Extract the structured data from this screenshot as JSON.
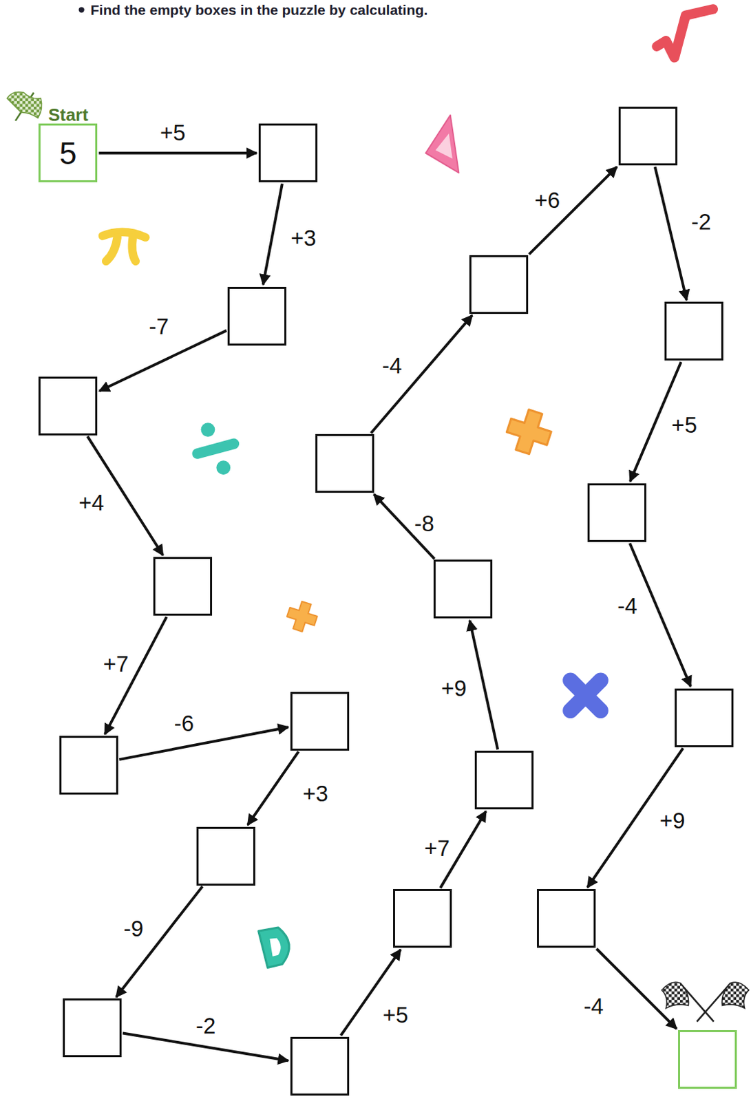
{
  "diagram": {
    "title": "Find the empty boxes in the puzzle by calculating.",
    "nodes": [
      {
        "text": [
          "Start",
          "5"
        ]
      },
      {
        "text": []
      },
      {
        "text": []
      },
      {
        "text": []
      },
      {
        "text": []
      },
      {
        "text": []
      },
      {
        "text": []
      },
      {
        "text": []
      },
      {
        "text": []
      },
      {
        "text": []
      },
      {
        "text": []
      },
      {
        "text": []
      },
      {
        "text": []
      },
      {
        "text": []
      },
      {
        "text": []
      },
      {
        "text": []
      },
      {
        "text": []
      },
      {
        "text": []
      },
      {
        "text": []
      },
      {
        "text": []
      },
      {
        "text": []
      }
    ],
    "edges": [
      {
        "from": 0,
        "to": 1,
        "arrow": "to",
        "label": "+5"
      },
      {
        "from": 1,
        "to": 2,
        "arrow": "to",
        "label": "+3"
      },
      {
        "from": 2,
        "to": 3,
        "arrow": "to",
        "label": "-7"
      },
      {
        "from": 3,
        "to": 4,
        "arrow": "to",
        "label": "+4"
      },
      {
        "from": 4,
        "to": 5,
        "arrow": "to",
        "label": "+7"
      },
      {
        "from": 5,
        "to": 6,
        "arrow": "to",
        "label": "-6"
      },
      {
        "from": 6,
        "to": 7,
        "arrow": "to",
        "label": "+3"
      },
      {
        "from": 7,
        "to": 8,
        "arrow": "to",
        "label": "-9"
      },
      {
        "from": 8,
        "to": 9,
        "arrow": "to",
        "label": "-2"
      },
      {
        "from": 9,
        "to": 10,
        "arrow": "to",
        "label": "+5"
      },
      {
        "from": 10,
        "to": 11,
        "arrow": "to",
        "label": "+7"
      },
      {
        "from": 11,
        "to": 12,
        "arrow": "to",
        "label": "+9"
      },
      {
        "from": 12,
        "to": 13,
        "arrow": "to",
        "label": "-8"
      },
      {
        "from": 13,
        "to": 14,
        "arrow": "to",
        "label": "-4"
      },
      {
        "from": 14,
        "to": 15,
        "arrow": "to",
        "label": "+6"
      },
      {
        "from": 15,
        "to": 16,
        "arrow": "to",
        "label": "-2"
      },
      {
        "from": 16,
        "to": 17,
        "arrow": "to",
        "label": "+5"
      },
      {
        "from": 17,
        "to": 18,
        "arrow": "to",
        "label": "-4"
      },
      {
        "from": 18,
        "to": 19,
        "arrow": "to",
        "label": "+9"
      },
      {
        "from": 19,
        "to": 20,
        "arrow": "to",
        "label": "-4"
      }
    ]
  }
}
